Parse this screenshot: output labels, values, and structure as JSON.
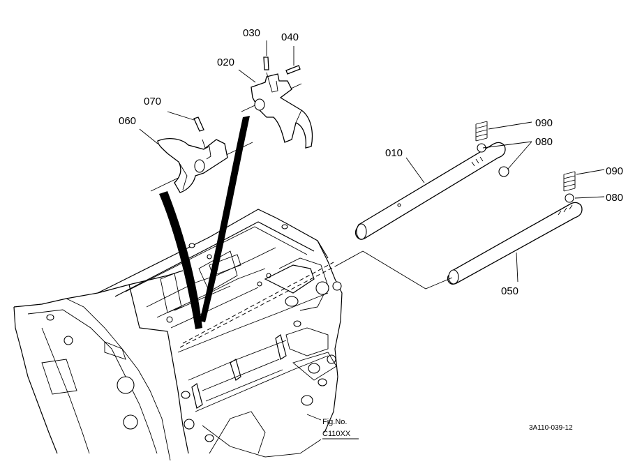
{
  "part_labels": [
    {
      "id": "010",
      "text": "010"
    },
    {
      "id": "020",
      "text": "020"
    },
    {
      "id": "030",
      "text": "030"
    },
    {
      "id": "040",
      "text": "040"
    },
    {
      "id": "050",
      "text": "050"
    },
    {
      "id": "060",
      "text": "060"
    },
    {
      "id": "070",
      "text": "070"
    },
    {
      "id": "080a",
      "text": "080"
    },
    {
      "id": "080b",
      "text": "080"
    },
    {
      "id": "090a",
      "text": "090"
    },
    {
      "id": "090b",
      "text": "090"
    }
  ],
  "figure": {
    "fig_no_label": "Fig.No.",
    "fig_no_value": "C110XX",
    "drawing_code": "3A110-039-12"
  }
}
